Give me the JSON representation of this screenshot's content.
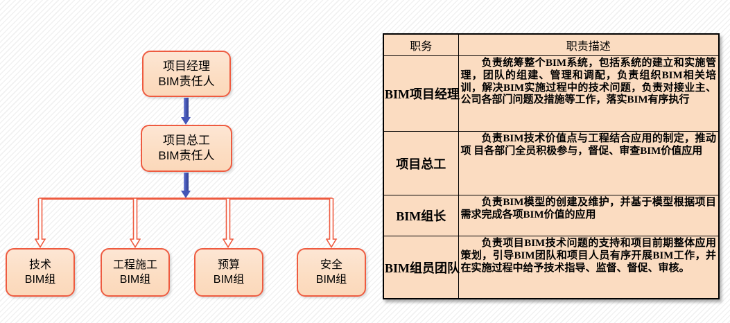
{
  "org_chart": {
    "top_node": {
      "line1": "项目经理",
      "line2": "BIM责任人"
    },
    "mid_node": {
      "line1": "项目总工",
      "line2": "BIM责任人"
    },
    "leaf_nodes": [
      {
        "line1": "技术",
        "line2": "BIM组"
      },
      {
        "line1": "工程施工",
        "line2": "BIM组"
      },
      {
        "line1": "预算",
        "line2": "BIM组"
      },
      {
        "line1": "安全",
        "line2": "BIM组"
      }
    ]
  },
  "table": {
    "headers": {
      "position": "职务",
      "description": "职责描述"
    },
    "rows": [
      {
        "position": "BIM项目经理",
        "description": "负责统筹整个BIM系统，包括系统的建立和实施管理，团队的组建、管理和调配，负责组织BIM相关培训，解决BIM实施过程中的技术问题，负责对接业主、公司各部门问题及措施等工作，落实BIM有序执行"
      },
      {
        "position": "项目总工",
        "description": "负责BIM技术价值点与工程结合应用的制定，推动项 目各部门全员积极参与，督促、审查BIM价值应用"
      },
      {
        "position": "BIM组长",
        "description": "负责BIM模型的创建及维护，并基于模型根据项目需求完成各项BIM价值的应用"
      },
      {
        "position": "BIM组员团队",
        "description": "负责项目BIM技术问题的支持和项目前期整体应用策划，引导BIM团队和项目人员有序开展BIM工作，并在实施过程中给予技术指导、监督、督促、审核。"
      }
    ]
  },
  "colors": {
    "accent_salmon": "#ee5b40",
    "peach_fill": "#fbdcc1",
    "arrow_blue": "#4456b7",
    "table_border": "#000000"
  }
}
